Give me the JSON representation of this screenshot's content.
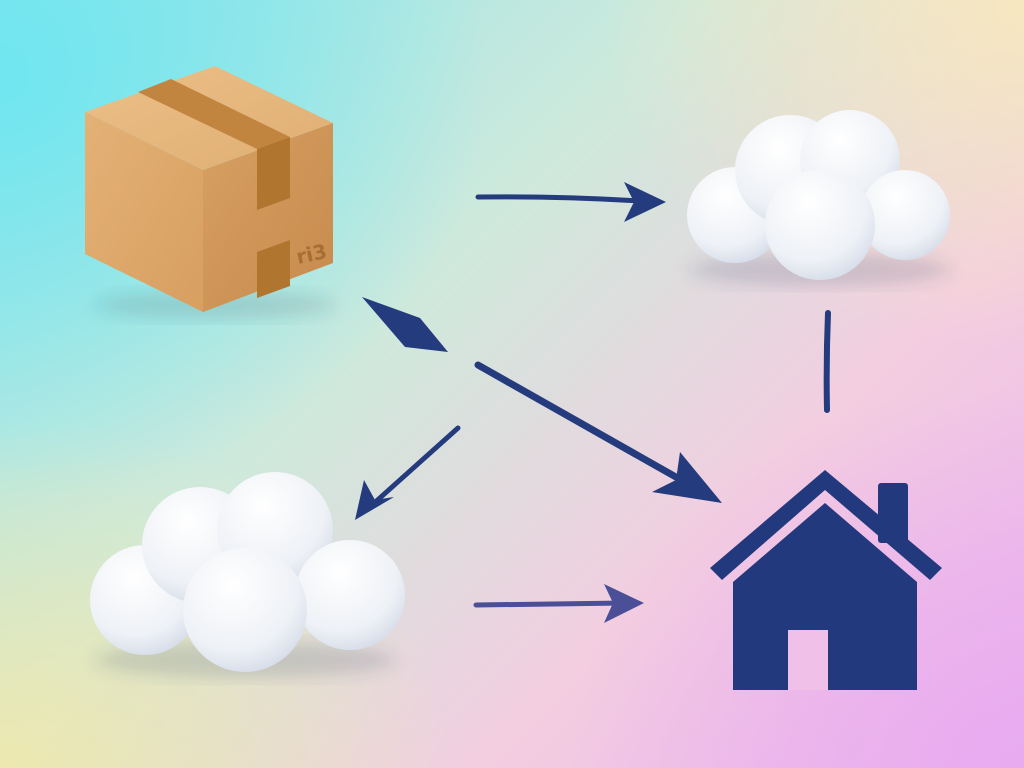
{
  "nodes": [
    {
      "id": "package",
      "icon": "cardboard-box-icon",
      "label_on_box": "ri3"
    },
    {
      "id": "cloud-upper",
      "icon": "cloud-icon"
    },
    {
      "id": "cloud-lower",
      "icon": "cloud-icon"
    },
    {
      "id": "home",
      "icon": "house-icon"
    }
  ],
  "edges": [
    {
      "from": "package",
      "to": "cloud-upper",
      "type": "arrow"
    },
    {
      "from": "cloud-upper",
      "to": "home",
      "type": "line"
    },
    {
      "from": "center",
      "to": "package",
      "type": "arrow"
    },
    {
      "from": "center",
      "to": "home",
      "type": "arrow"
    },
    {
      "from": "center",
      "to": "cloud-lower",
      "type": "arrow"
    },
    {
      "from": "cloud-lower",
      "to": "home",
      "type": "arrow"
    }
  ],
  "colors": {
    "arrow": "#243b7d",
    "house": "#22397e",
    "box_light": "#e3b075",
    "box_mid": "#d49d5f",
    "box_dark": "#c98a4e",
    "tape": "#b07630",
    "cloud": "#f2f4f8"
  }
}
